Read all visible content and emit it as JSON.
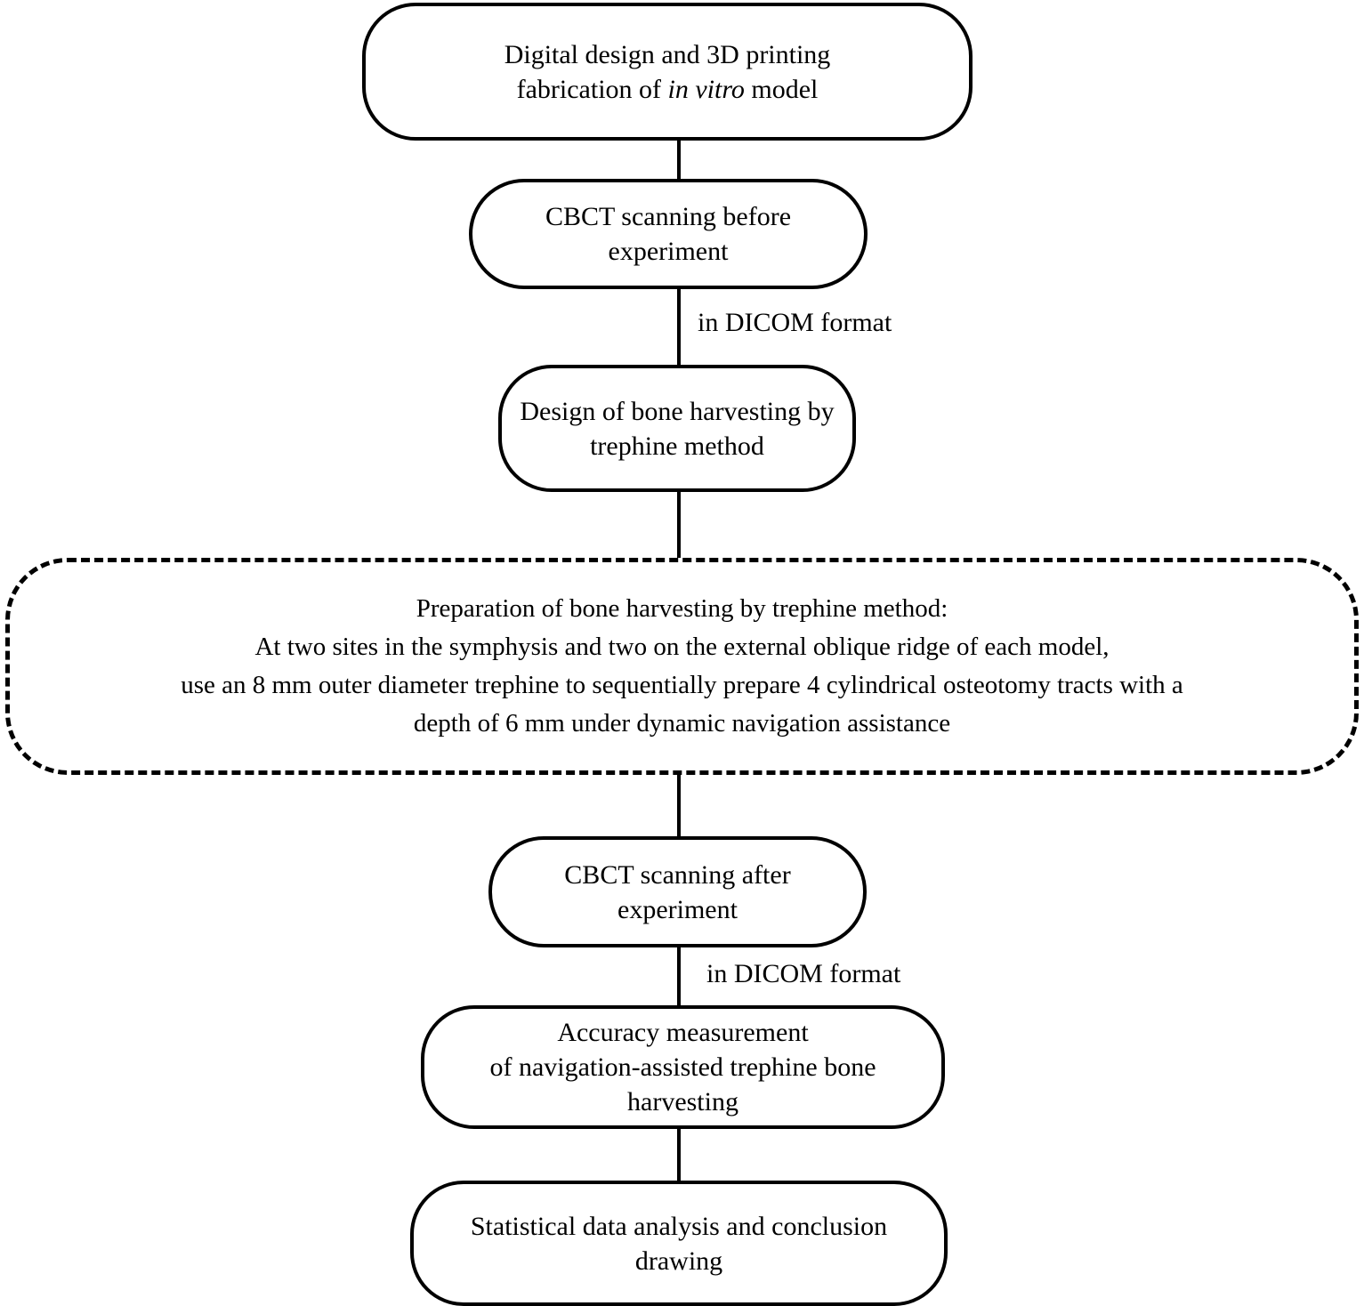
{
  "diagram": {
    "title": "Experimental workflow flowchart",
    "background_color": "#ffffff",
    "line_color": "#000000",
    "nodes": [
      {
        "id": "node-1",
        "name": "digital-design-3d-printing",
        "shape": "rounded-rectangle",
        "border_style": "solid",
        "text_line_1": "Digital design and 3D printing",
        "text_line_2_prefix": "fabrication of ",
        "text_line_2_italic": "in vitro",
        "text_line_2_suffix": " model"
      },
      {
        "id": "node-2",
        "name": "cbct-scanning-before",
        "shape": "rounded-rectangle",
        "border_style": "solid",
        "text": "CBCT scanning before experiment"
      },
      {
        "id": "node-3",
        "name": "design-of-bone-harvesting",
        "shape": "rounded-rectangle",
        "border_style": "solid",
        "text": "Design of bone harvesting by\ntrephine method"
      },
      {
        "id": "node-4",
        "name": "preparation-of-bone-harvesting",
        "shape": "rounded-rectangle",
        "border_style": "dashed",
        "text": "Preparation of bone harvesting by trephine method:\nAt two sites in the symphysis and two on the external oblique ridge of each model,\nuse an 8 mm outer diameter trephine to sequentially prepare 4 cylindrical osteotomy tracts with a\ndepth of 6 mm under dynamic navigation assistance"
      },
      {
        "id": "node-5",
        "name": "cbct-scanning-after",
        "shape": "rounded-rectangle",
        "border_style": "solid",
        "text": "CBCT scanning after experiment"
      },
      {
        "id": "node-6",
        "name": "accuracy-measurement",
        "shape": "rounded-rectangle",
        "border_style": "solid",
        "text": "Accuracy measurement\nof navigation-assisted trephine bone harvesting"
      },
      {
        "id": "node-7",
        "name": "statistical-data-analysis",
        "shape": "rounded-rectangle",
        "border_style": "solid",
        "text": "Statistical data analysis and conclusion drawing"
      }
    ],
    "edge_labels": [
      {
        "id": "edge-label-1",
        "name": "dicom-format-label-top",
        "text": "in DICOM format"
      },
      {
        "id": "edge-label-2",
        "name": "dicom-format-label-bottom",
        "text": "in DICOM format"
      }
    ]
  }
}
